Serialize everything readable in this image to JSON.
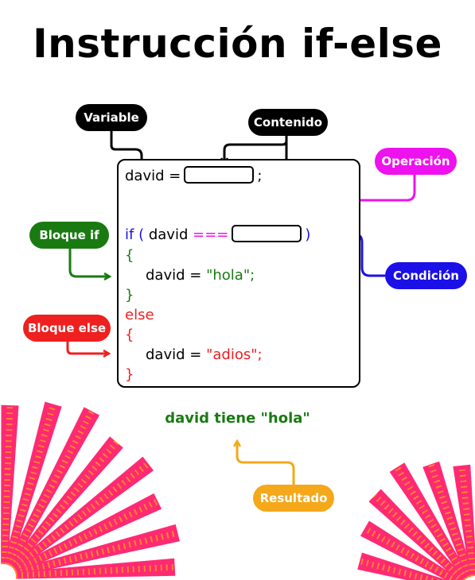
{
  "title": "Instrucción if-else",
  "labels": {
    "variable": "Variable",
    "contenido": "Contenido",
    "operacion": "Operación",
    "bloque_if": "Bloque if",
    "condicion": "Condición",
    "bloque_else": "Bloque else",
    "resultado": "Resultado"
  },
  "code": {
    "assign_var": "david",
    "assign_eq": "=",
    "assign_semi": ";",
    "if_kw": "if",
    "open_paren": "(",
    "cond_var": "david",
    "cond_op": "===",
    "close_paren": ")",
    "if_open": "{",
    "if_var": "david",
    "if_eq": "=",
    "if_val": "\"hola\";",
    "if_close": "}",
    "else_kw": "else",
    "else_open": "{",
    "else_var": "david",
    "else_eq": "=",
    "else_val": "\"adios\";",
    "else_close": "}"
  },
  "result": "david tiene \"hola\"",
  "colors": {
    "black": "#000000",
    "magenta": "#ee12ee",
    "green": "#1a7a12",
    "blue": "#1b10e8",
    "red": "#ee2020",
    "orange": "#f5a81a",
    "burst_pink": "#ff2a72",
    "burst_orange": "#ff9a1a"
  }
}
